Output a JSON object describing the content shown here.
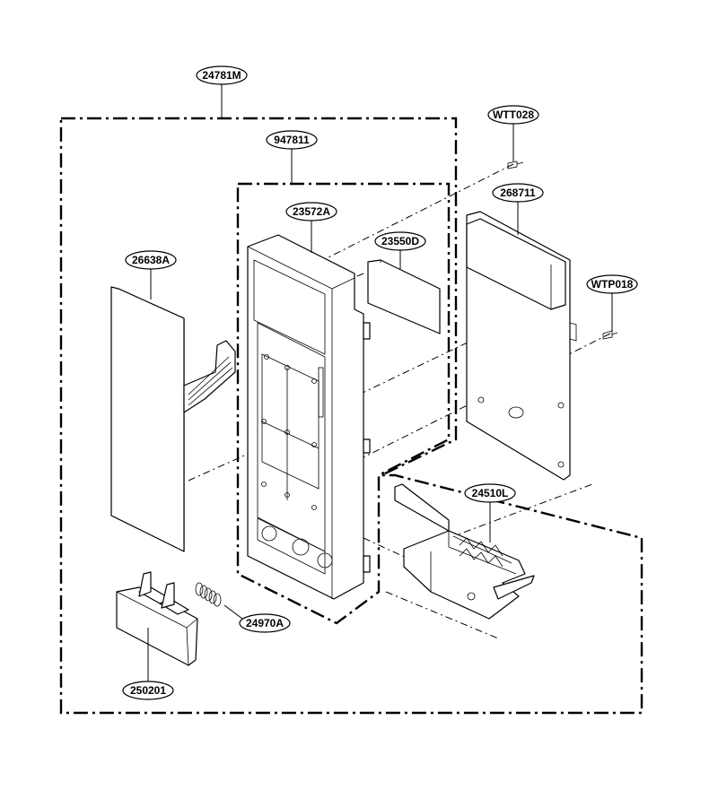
{
  "labels": {
    "assembly": "24781M",
    "inner_assembly": "947811",
    "control_panel_frame": "23572A",
    "membrane_switch": "26638A",
    "window": "23550D",
    "screw_top": "WTT028",
    "pcb": "268711",
    "screw_right": "WTP018",
    "latch_body": "24510L",
    "spring": "24970A",
    "button": "250201"
  }
}
